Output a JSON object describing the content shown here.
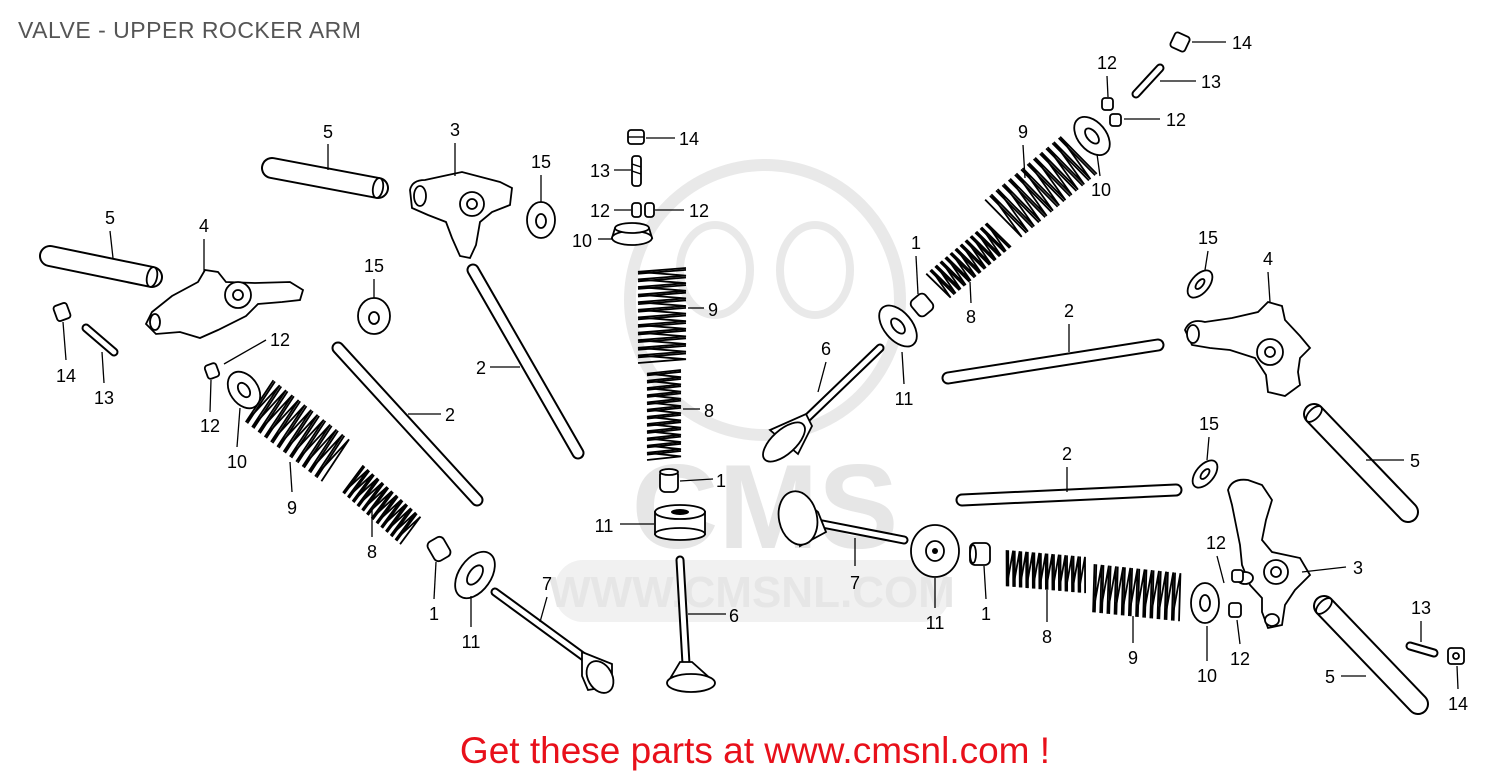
{
  "title": "VALVE - UPPER ROCKER ARM",
  "footer": "Get these parts at www.cmsnl.com !",
  "watermark": {
    "logo": "CMS",
    "url": "WWW.CMSNL.COM"
  },
  "colors": {
    "title": "#555555",
    "footer": "#e8101a",
    "lines": "#000000",
    "watermark": "#e6e6e6"
  },
  "callouts": [
    "5",
    "3",
    "15",
    "14",
    "13",
    "12",
    "12",
    "10",
    "9",
    "8",
    "1",
    "11",
    "6",
    "7",
    "5",
    "4",
    "14",
    "13",
    "12",
    "12",
    "10",
    "9",
    "8",
    "1",
    "11",
    "15",
    "2",
    "2",
    "1",
    "8",
    "9",
    "10",
    "12",
    "13",
    "12",
    "14",
    "6",
    "11",
    "2",
    "15",
    "4",
    "5",
    "15",
    "2",
    "3",
    "12",
    "7",
    "11",
    "1",
    "8",
    "9",
    "10",
    "12",
    "13",
    "14",
    "5"
  ]
}
